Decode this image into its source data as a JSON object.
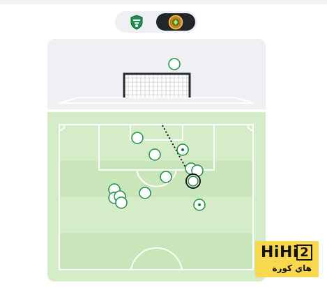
{
  "team_toggle": {
    "teams": [
      {
        "name": "team-crest-green",
        "active": false
      },
      {
        "name": "team-crest-orange",
        "active": true
      }
    ]
  },
  "shot_map": {
    "colors": {
      "pitch_light": "#d5ecc9",
      "pitch_stripe": "#c9e6bb",
      "goal_area": "#eef0f4",
      "line": "#ffffff",
      "shot_outline": "#1e8f46",
      "highlight_outline": "#141414"
    },
    "selected_shot_has_trajectory": true
  },
  "watermark": {
    "text_latin": "HiHi",
    "text_digit": "2",
    "text_arabic": "هاي كورة"
  }
}
